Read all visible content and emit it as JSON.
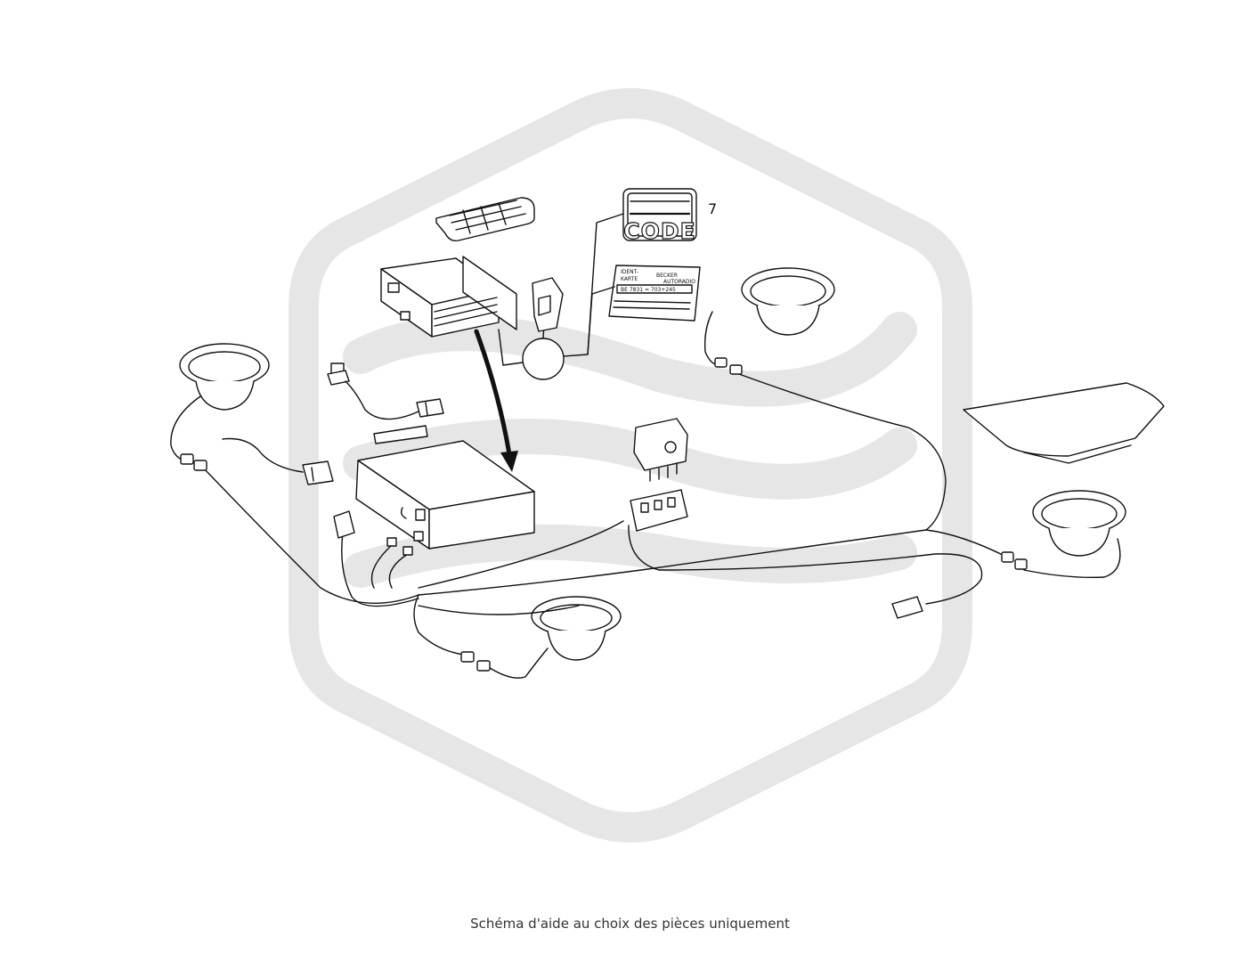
{
  "caption": "Schéma d'aide au choix des pièces uniquement",
  "callouts": {
    "item_7": "7"
  },
  "code_card": {
    "text": "CODE"
  },
  "ident_card": {
    "title_line1": "IDENT-",
    "title_line2": "KARTE",
    "brand": "BECKER",
    "brand_sub": "AUTORADIO",
    "serial": "BE 7831 = 703+245"
  },
  "colors": {
    "line_art": "#111111",
    "watermark": "#e6e6e6",
    "caption": "#333333"
  }
}
